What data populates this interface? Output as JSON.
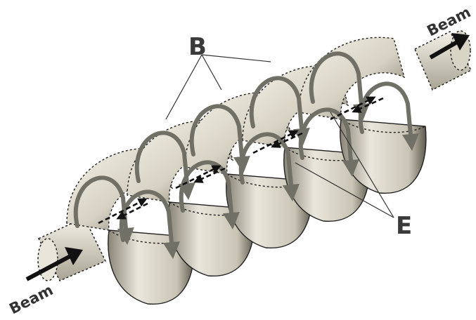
{
  "labels": {
    "magnetic_field": "B",
    "electric_field": "E",
    "beam_in": "Beam",
    "beam_out": "Beam"
  },
  "colors": {
    "cavity_light": "#f1efe6",
    "cavity_mid": "#cfcab9",
    "cavity_dark": "#6f6a5e",
    "field_loop": "#707066",
    "arrow": "#111111",
    "label_text": "#3a3a3a"
  }
}
